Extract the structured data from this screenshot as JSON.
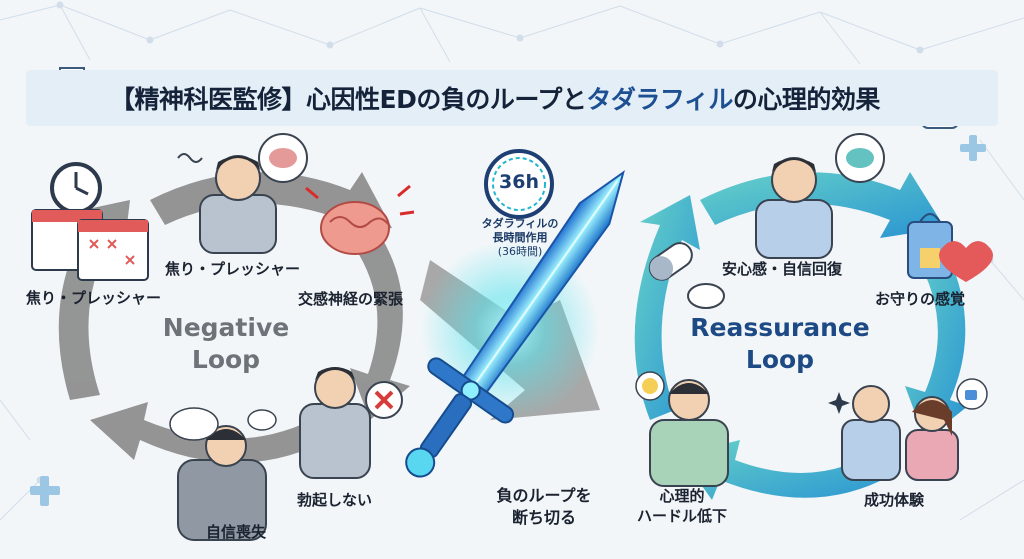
{
  "header": {
    "title_part1": "【精神科医監修】心因性EDの負のループと",
    "title_highlight": "タダラフィル",
    "title_part2": "の心理的効果"
  },
  "negative_loop": {
    "title_line1": "Negative",
    "title_line2": "Loop",
    "labels": {
      "pressure_left": "焦り・プレッシャー",
      "pressure_top": "焦り・プレッシャー",
      "sympathetic": "交感神経の緊張",
      "no_erection": "勃起しない",
      "lost_confidence": "自信喪失"
    }
  },
  "sword": {
    "clock_text": "36h",
    "caption_line1": "タダラフィルの",
    "caption_line2": "長時間作用",
    "caption_line3": "(36時間)",
    "cut_line1": "負のループを",
    "cut_line2": "断ち切る"
  },
  "reassurance_loop": {
    "title_line1": "Reassurance",
    "title_line2": "Loop",
    "labels": {
      "relief": "安心感・自信回復",
      "charm": "お守りの感覚",
      "success": "成功体験",
      "hurdle_line1": "心理的",
      "hurdle_line2": "ハードル低下"
    }
  },
  "colors": {
    "negative_arrow": "#8c8c8c",
    "positive_arrow": "#2fa8c7",
    "title_highlight": "#1d4f93",
    "sword_glow": "#36e0e8"
  }
}
